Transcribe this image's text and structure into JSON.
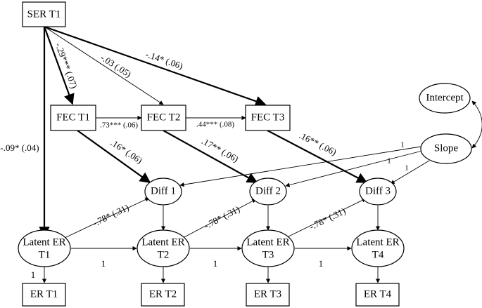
{
  "nodes": {
    "ser_t1": "SER T1",
    "fec_t1": "FEC T1",
    "fec_t2": "FEC T2",
    "fec_t3": "FEC T3",
    "intercept": "Intercept",
    "slope": "Slope",
    "diff1": "Diff 1",
    "diff2": "Diff 2",
    "diff3": "Diff 3",
    "latent_er_t1": [
      "Latent ER",
      "T1"
    ],
    "latent_er_t2": [
      "Latent ER",
      "T2"
    ],
    "latent_er_t3": [
      "Latent ER",
      "T3"
    ],
    "latent_er_t4": [
      "Latent ER",
      "T4"
    ],
    "er_t1": "ER T1",
    "er_t2": "ER T2",
    "er_t3": "ER T3",
    "er_t4": "ER T4"
  },
  "paths": {
    "ser_to_fec1": "-.29*** (.07)",
    "ser_to_fec2": "-.03 (.05)",
    "ser_to_fec3": "-.14* (.06)",
    "ser_to_latent1": "-.09* (.04)",
    "fec1_to_fec2": ".73*** (.06)",
    "fec2_to_fec3": ".44*** (.08)",
    "fec1_to_diff1": ".16* (.06)",
    "fec2_to_diff2": ".17** (.06)",
    "fec3_to_diff3": ".16** (.06)",
    "latent1_to_diff1": "-.78* (.31)",
    "latent2_to_diff2": "-.78* (.31)",
    "latent3_to_diff3": "-.78* (.31)",
    "slope_to_diff1": "1",
    "slope_to_diff2": "1",
    "slope_to_diff3": "1",
    "latent1_to_latent2": "1",
    "latent2_to_latent3": "1",
    "latent3_to_latent4": "1",
    "latent1_to_er1": "1"
  }
}
